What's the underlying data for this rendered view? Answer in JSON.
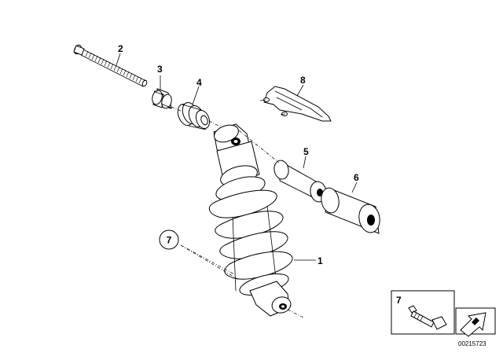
{
  "callouts": {
    "c1": "1",
    "c2": "2",
    "c3": "3",
    "c4": "4",
    "c5": "5",
    "c6": "6",
    "c7": "7",
    "c8": "8",
    "inset_label": "7"
  },
  "reference_number": "00215723"
}
